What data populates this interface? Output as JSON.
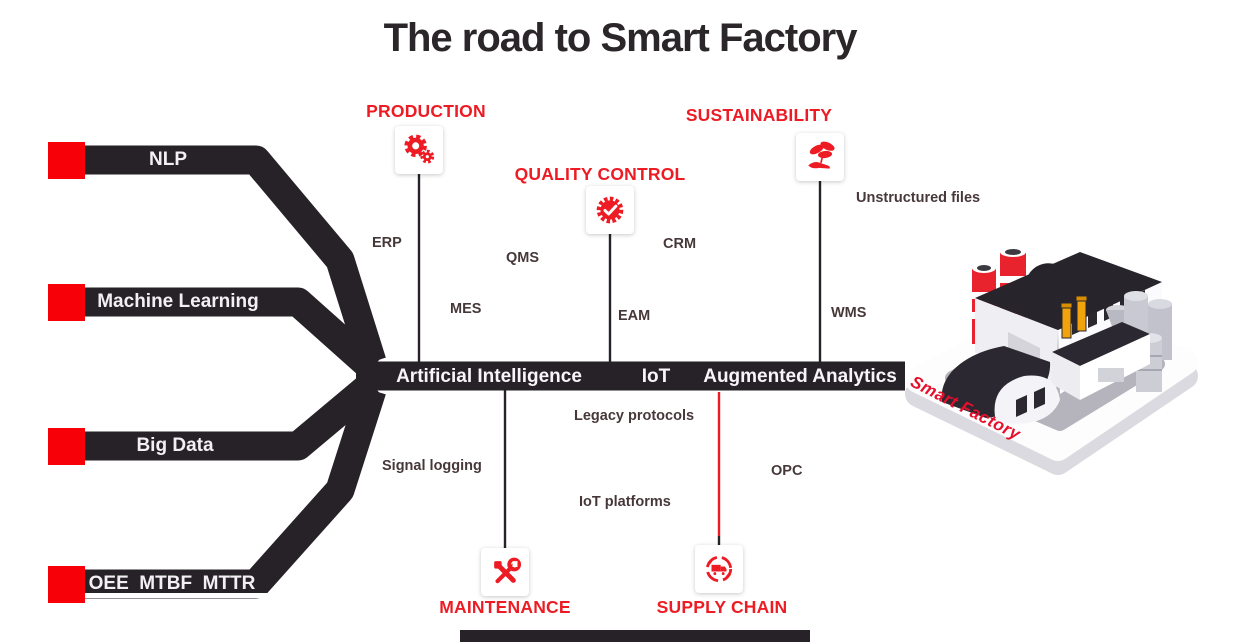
{
  "title": "The road to Smart Factory",
  "colors": {
    "red": "#ed1c24",
    "road": "#272228",
    "square_red": "#f70008",
    "white": "#ffffff"
  },
  "branches": [
    {
      "label": "NLP"
    },
    {
      "label": "Machine Learning"
    },
    {
      "label": "Big Data"
    },
    {
      "label": "OEE  MTBF  MTTR"
    }
  ],
  "main_road": {
    "labels": [
      "Artificial Intelligence",
      "IoT",
      "Augmented Analytics"
    ]
  },
  "stations": {
    "top": [
      {
        "label": "PRODUCTION",
        "icon": "gears-icon"
      },
      {
        "label": "QUALITY CONTROL",
        "icon": "quality-seal-icon"
      },
      {
        "label": "SUSTAINABILITY",
        "icon": "plant-in-hand-icon"
      }
    ],
    "bottom": [
      {
        "label": "MAINTENANCE",
        "icon": "crossed-tools-icon"
      },
      {
        "label": "SUPPLY CHAIN",
        "icon": "truck-cycle-icon"
      }
    ]
  },
  "annotations": {
    "erp": "ERP",
    "qms": "QMS",
    "mes": "MES",
    "eam": "EAM",
    "crm": "CRM",
    "wms": "WMS",
    "unstructured_files": "Unstructured files",
    "legacy_protocols": "Legacy protocols",
    "signal_logging": "Signal logging",
    "iot_platforms": "IoT platforms",
    "opc": "OPC"
  },
  "factory": {
    "label": "Smart Factory"
  }
}
